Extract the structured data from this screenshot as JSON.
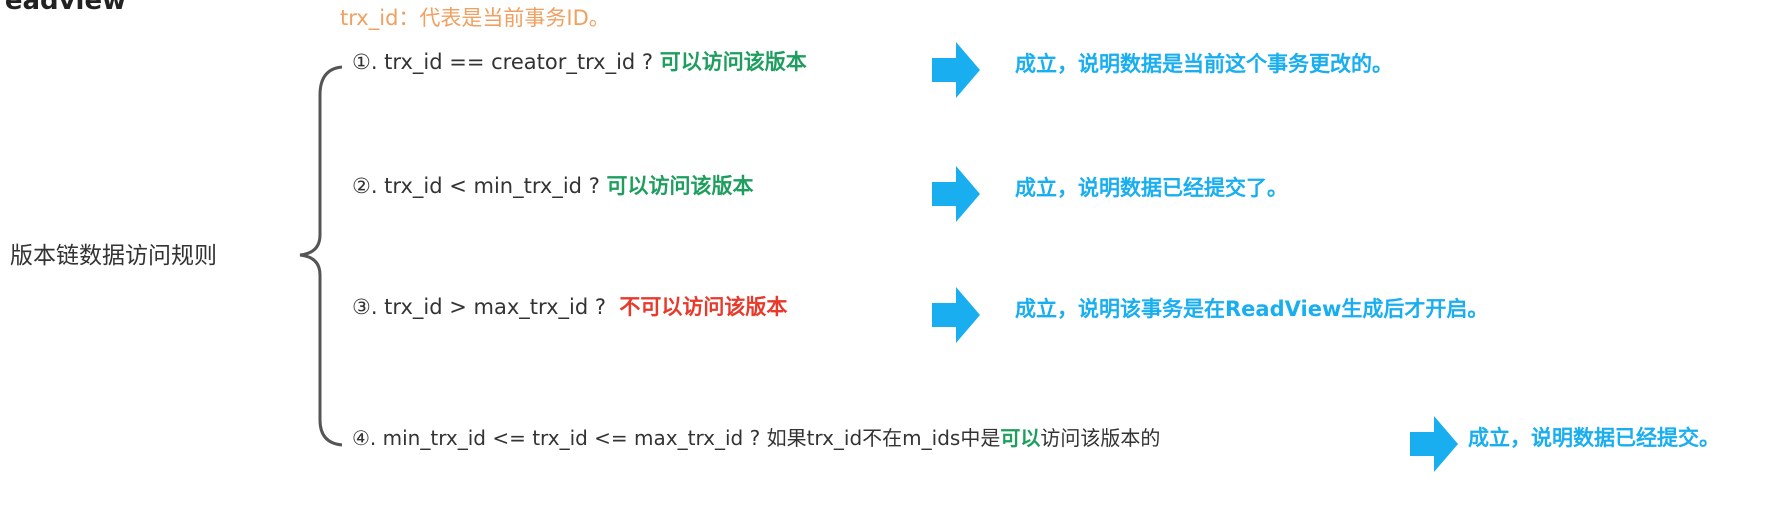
{
  "heading_partial": "readview",
  "note": "trx_id：代表是当前事务ID。",
  "root_label": "版本链数据访问规则",
  "colors": {
    "note": "#f0a060",
    "allow": "#1e9e5e",
    "deny": "#e8392a",
    "result": "#19aef0",
    "arrow": "#19aef0"
  },
  "rules": [
    {
      "condition": "①. trx_id  == creator_trx_id ?",
      "verdict": "可以访问该版本",
      "result": "成立，说明数据是当前这个事务更改的。"
    },
    {
      "condition": "②. trx_id < min_trx_id ?",
      "verdict": "可以访问该版本",
      "result": "成立，说明数据已经提交了。"
    },
    {
      "condition": "③. trx_id > max_trx_id ?",
      "verdict": "不可以访问该版本",
      "result": "成立，说明该事务是在ReadView生成后才开启。"
    },
    {
      "condition": "④. min_trx_id <= trx_id <= max_trx_id ?  如果trx_id不在m_ids中是",
      "verdict": "可以",
      "verdict_suffix": "访问该版本的",
      "result": "成立，说明数据已经提交。"
    }
  ]
}
